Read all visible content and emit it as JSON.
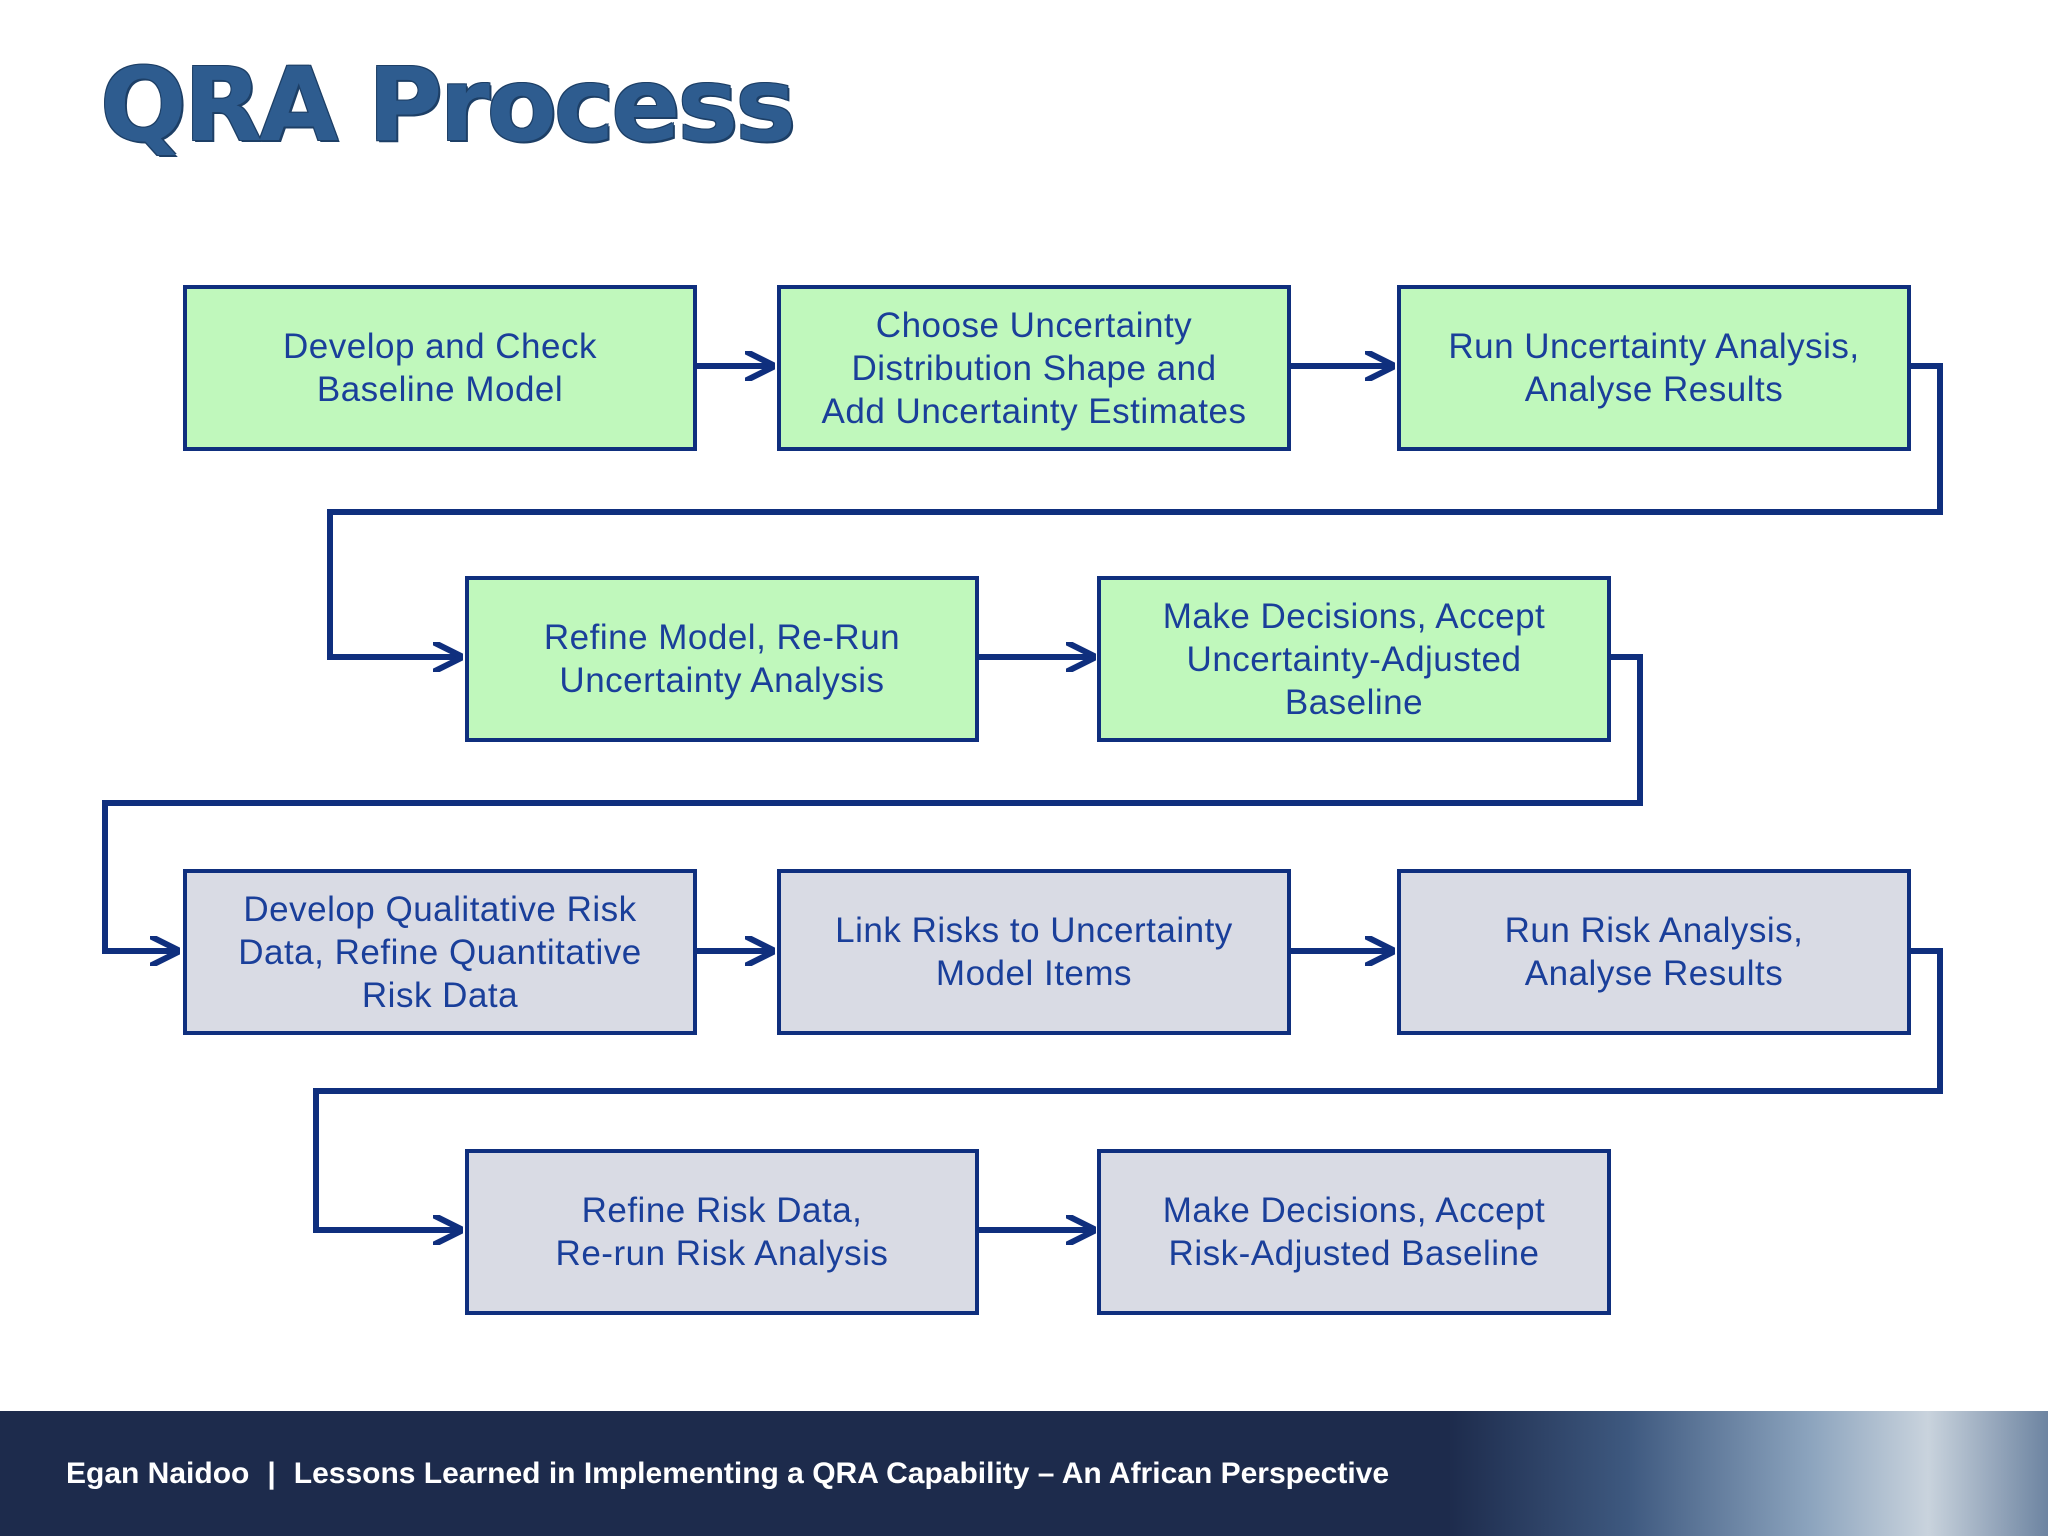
{
  "title": "QRA Process",
  "steps": [
    {
      "label": "Develop and Check\nBaseline Model"
    },
    {
      "label": "Choose Uncertainty\nDistribution Shape and\nAdd Uncertainty Estimates"
    },
    {
      "label": "Run Uncertainty Analysis,\nAnalyse Results"
    },
    {
      "label": "Refine Model, Re-Run\nUncertainty Analysis"
    },
    {
      "label": "Make Decisions, Accept\nUncertainty-Adjusted\nBaseline"
    },
    {
      "label": "Develop Qualitative Risk\nData, Refine Quantitative\nRisk Data"
    },
    {
      "label": "Link Risks to Uncertainty\nModel Items"
    },
    {
      "label": "Run Risk Analysis,\nAnalyse Results"
    },
    {
      "label": "Refine Risk Data,\nRe-run Risk Analysis"
    },
    {
      "label": "Make Decisions, Accept\nRisk-Adjusted Baseline"
    }
  ],
  "footer": {
    "author": "Egan Naidoo",
    "separator": "|",
    "talk": "Lessons Learned in Implementing a QRA Capability – An African Perspective"
  },
  "colors": {
    "green_box": "#c0f8bc",
    "grey_box": "#d9dbe4",
    "line": "#0f2f7e",
    "footer": "#1d2b4c"
  }
}
